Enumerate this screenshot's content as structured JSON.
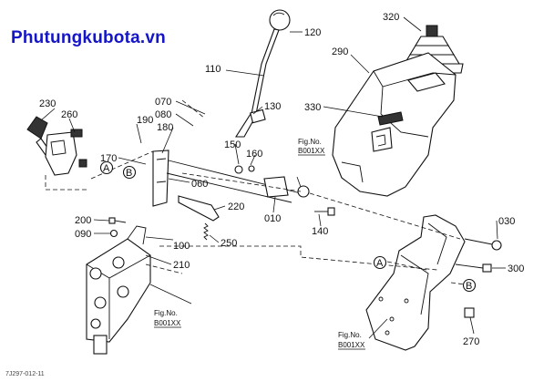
{
  "watermark": "Phutungkubota.vn",
  "diagram_code": "7J297-012-11",
  "part_labels": [
    {
      "id": "p120",
      "text": "120"
    },
    {
      "id": "p110",
      "text": "110"
    },
    {
      "id": "p230",
      "text": "230"
    },
    {
      "id": "p260",
      "text": "260"
    },
    {
      "id": "p190",
      "text": "190"
    },
    {
      "id": "p070",
      "text": "070"
    },
    {
      "id": "p080",
      "text": "080"
    },
    {
      "id": "p180",
      "text": "180"
    },
    {
      "id": "p130",
      "text": "130"
    },
    {
      "id": "p320",
      "text": "320"
    },
    {
      "id": "p290",
      "text": "290"
    },
    {
      "id": "p330",
      "text": "330"
    },
    {
      "id": "p170",
      "text": "170"
    },
    {
      "id": "p150",
      "text": "150"
    },
    {
      "id": "p160",
      "text": "160"
    },
    {
      "id": "p060",
      "text": "060"
    },
    {
      "id": "p220",
      "text": "220"
    },
    {
      "id": "p010",
      "text": "010"
    },
    {
      "id": "p200",
      "text": "200"
    },
    {
      "id": "p090",
      "text": "090"
    },
    {
      "id": "p100",
      "text": "100"
    },
    {
      "id": "p250",
      "text": "250"
    },
    {
      "id": "p210",
      "text": "210"
    },
    {
      "id": "p140",
      "text": "140"
    },
    {
      "id": "p030",
      "text": "030"
    },
    {
      "id": "p300",
      "text": "300"
    },
    {
      "id": "p270",
      "text": "270"
    }
  ],
  "ref_markers": {
    "a": "A",
    "b": "B"
  },
  "fig_refs": {
    "fig_label": "Fig.No.",
    "top_code": "B001XX",
    "left_code": "B001XX",
    "bottom_code": "B001XX"
  }
}
